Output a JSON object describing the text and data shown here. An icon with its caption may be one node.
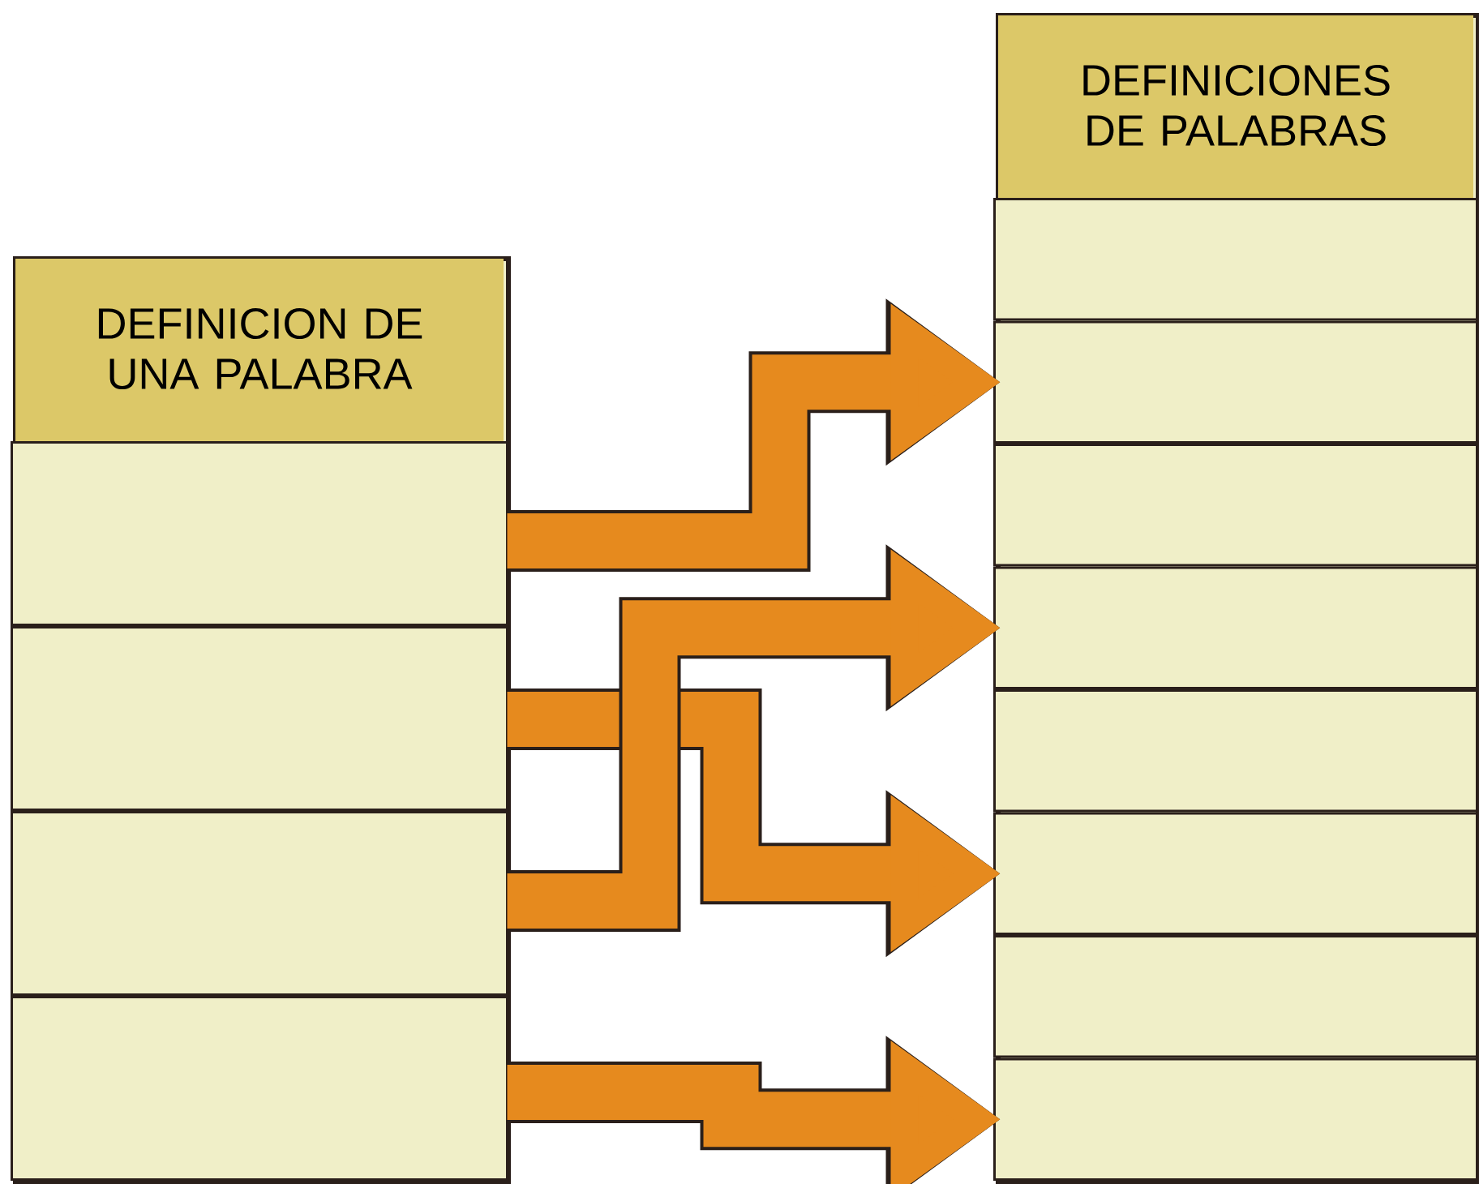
{
  "diagram": {
    "nodes": [
      {
        "text": [
          "DEFINICION DE UNA PALABRA"
        ]
      },
      {
        "text": [],
        "shape": "box",
        "in": 0
      },
      {
        "text": [],
        "shape": "box",
        "in": 0
      },
      {
        "text": [],
        "shape": "box",
        "in": 0
      },
      {
        "text": [],
        "shape": "box",
        "in": 0
      },
      {
        "text": [
          "DEFINICIONES DE PALABRAS"
        ]
      },
      {
        "text": [],
        "shape": "box",
        "in": 5
      },
      {
        "text": [],
        "shape": "box",
        "in": 5
      },
      {
        "text": [],
        "shape": "box",
        "in": 5
      },
      {
        "text": [],
        "shape": "box",
        "in": 5
      },
      {
        "text": [],
        "shape": "box",
        "in": 5
      },
      {
        "text": [],
        "shape": "box",
        "in": 5
      },
      {
        "text": [],
        "shape": "box",
        "in": 5
      },
      {
        "text": [],
        "shape": "box",
        "in": 5
      }
    ],
    "edges": [
      {
        "from": 1,
        "to": 7,
        "arrow": "to"
      },
      {
        "from": 2,
        "to": 11,
        "arrow": "to"
      },
      {
        "from": 3,
        "to": 9,
        "arrow": "to"
      },
      {
        "from": 4,
        "to": 13,
        "arrow": "to"
      }
    ]
  }
}
